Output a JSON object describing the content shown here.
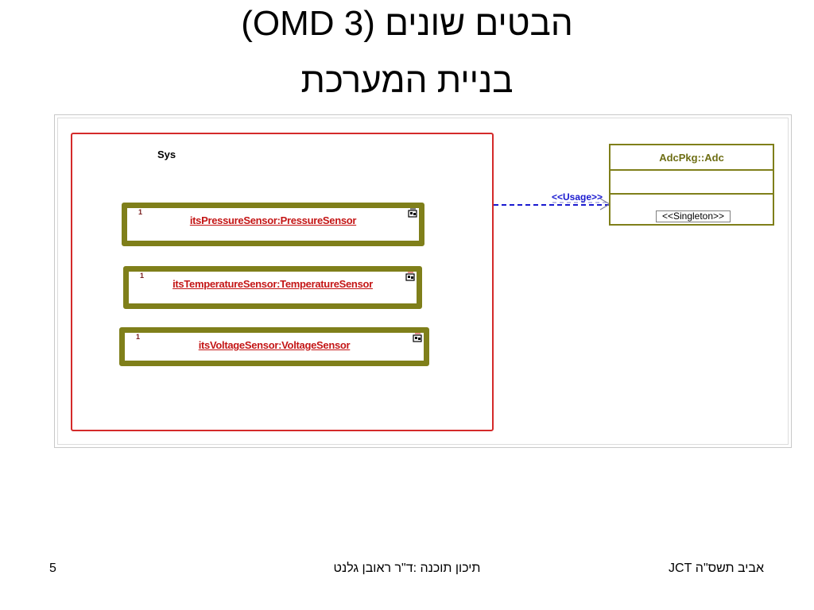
{
  "slide": {
    "title_line1": "הבטים שונים (OMD 3)",
    "title_line2": "בניית המערכת"
  },
  "diagram": {
    "system": {
      "label": "Sys",
      "parts": [
        {
          "multiplicity": "1",
          "name": "itsPressureSensor:PressureSensor"
        },
        {
          "multiplicity": "1",
          "name": "itsTemperatureSensor:TemperatureSensor"
        },
        {
          "multiplicity": "1",
          "name": "itsVoltageSensor:VoltageSensor"
        }
      ]
    },
    "dependency": {
      "stereotype": "<<Usage>>"
    },
    "class": {
      "name": "AdcPkg::Adc",
      "stereotype": "<<Singleton>>"
    },
    "colors": {
      "system_border": "#d42a2a",
      "part_border": "#7f7f1a",
      "part_name": "#c41616",
      "dependency": "#1a1ad0",
      "class_name": "#6e6e14"
    }
  },
  "footer": {
    "page_number": "5",
    "center_text": "תיכון תוכנה :ד\"ר ראובן גלנט",
    "right_text": "אביב תשס\"ה JCT"
  },
  "icons": {
    "structured_class": "structure-icon"
  }
}
